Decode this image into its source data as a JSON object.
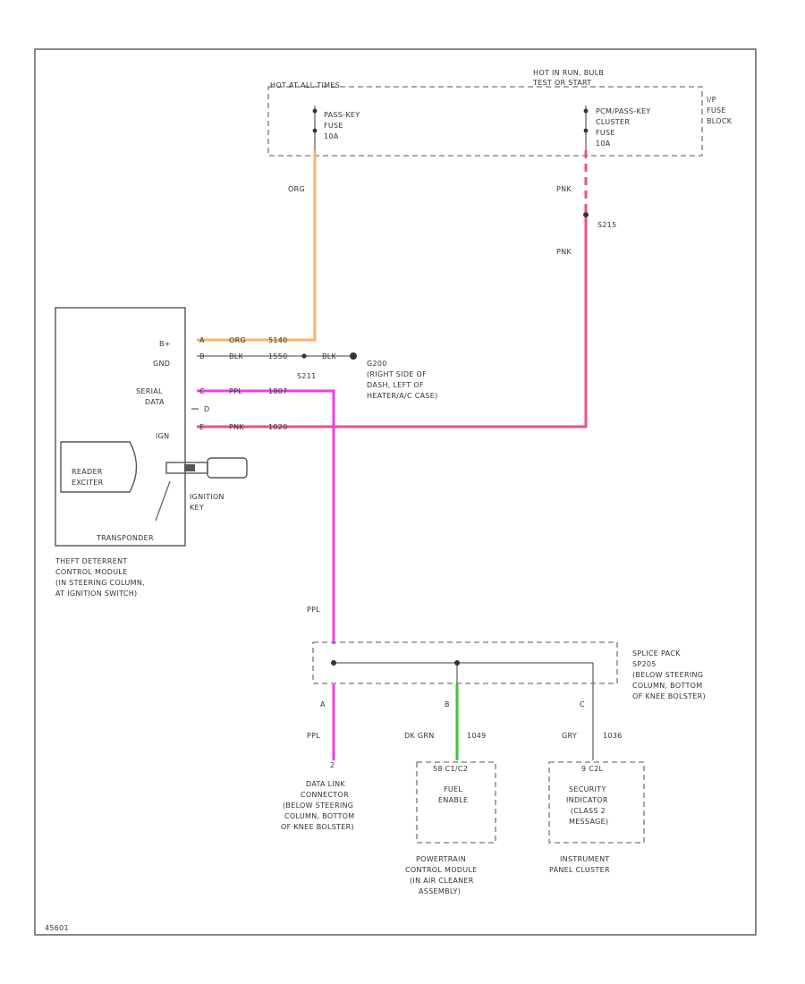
{
  "colors": {
    "orange": "#f7b267",
    "pink": "#ef4f86",
    "magenta": "#f03cf0",
    "green": "#3ec43e",
    "black": "#333333",
    "gray": "#777777"
  },
  "fuse_block": {
    "hot_always": "HOT AT ALL TIMES",
    "hot_run_bulb": [
      "HOT IN RUN, BULB",
      "TEST OR START"
    ],
    "fuse1": [
      "PASS-KEY",
      "FUSE",
      "10A"
    ],
    "fuse2": [
      "PCM/PASS-KEY",
      "CLUSTER",
      "FUSE",
      "10A"
    ],
    "block_label": [
      "I/P",
      "FUSE",
      "BLOCK"
    ]
  },
  "wires": {
    "org": "ORG",
    "pnk_top": "PNK",
    "splice_s215": "S215",
    "pnk_mid": "PNK",
    "bplus_circuit": [
      "ORG",
      "5140"
    ],
    "gnd_circuit": [
      "BLK",
      "1550"
    ],
    "blk2": "BLK",
    "serial_circuit": [
      "PPL",
      "1807"
    ],
    "ign_circuit": [
      "PNK",
      "1020"
    ],
    "splice_s211": "S211",
    "ppl_mid": "PPL",
    "ppl_bottom": "PPL",
    "dk_grn": [
      "DK GRN",
      "1049"
    ],
    "gry": [
      "GRY",
      "1036"
    ]
  },
  "ground": [
    "G200",
    "(RIGHT SIDE OF",
    "DASH, LEFT OF",
    "HEATER/A/C CASE)"
  ],
  "module": {
    "pins": [
      "B+",
      "GND",
      "SERIAL",
      "DATA",
      "IGN"
    ],
    "pin_letters": [
      "A",
      "B",
      "C",
      "D",
      "E"
    ],
    "reader": [
      "READER",
      "EXCITER"
    ],
    "ignition_key": [
      "IGNITION",
      "KEY"
    ],
    "transponder": "TRANSPONDER",
    "caption": [
      "THEFT DETERRENT",
      "CONTROL MODULE",
      "(IN STEERING COLUMN,",
      "AT IGNITION SWITCH)"
    ]
  },
  "splice_pack": {
    "label": [
      "SPLICE PACK",
      "SP205",
      "(BELOW STEERING",
      "COLUMN, BOTTOM",
      "OF KNEE BOLSTER)"
    ],
    "pins": [
      "A",
      "B",
      "C"
    ]
  },
  "dlc": {
    "pin": "2",
    "label": [
      "DATA LINK",
      "CONNECTOR",
      "(BELOW STEERING",
      "COLUMN, BOTTOM",
      "OF KNEE BOLSTER)"
    ]
  },
  "pcm": {
    "pin": "58 C1/C2",
    "inner": [
      "FUEL",
      "ENABLE"
    ],
    "label": [
      "POWERTRAIN",
      "CONTROL MODULE",
      "(IN AIR CLEANER",
      "ASSEMBLY)"
    ]
  },
  "ipc": {
    "pin": "9 C2L",
    "inner": [
      "SECURITY",
      "INDICATOR",
      "(CLASS 2",
      "MESSAGE)"
    ],
    "label": [
      "INSTRUMENT",
      "PANEL CLUSTER"
    ]
  },
  "footer_id": "45601"
}
